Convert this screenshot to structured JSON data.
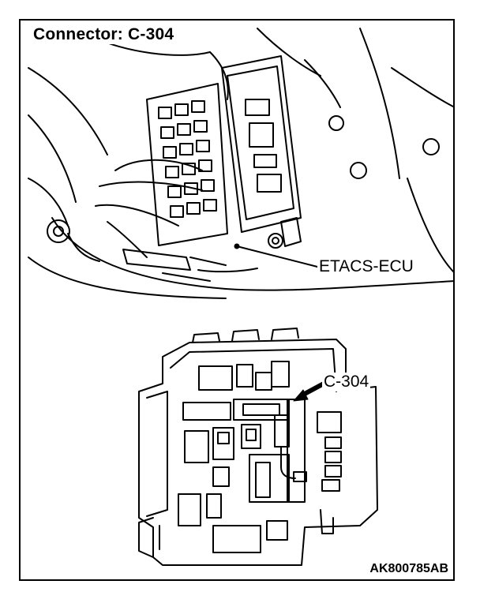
{
  "title": "Connector: C-304",
  "labels": {
    "ecu": "ETACS-ECU",
    "connector": "C-304"
  },
  "figure_code": "AK800785AB"
}
